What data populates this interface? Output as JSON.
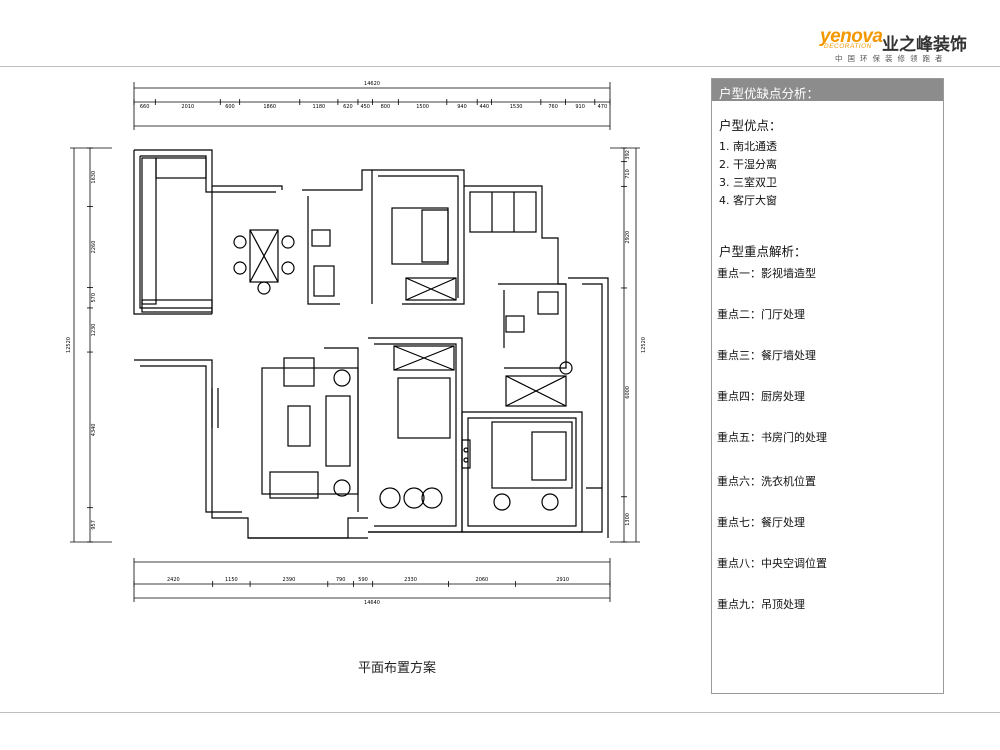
{
  "brand": {
    "latin": "yenova",
    "latin_sub": "DECORATION",
    "chinese": "业之峰装饰",
    "tagline": "中国环保装修领跑者"
  },
  "plan": {
    "caption": "平面布置方案",
    "dimensions_top": {
      "total": "14620",
      "segments": [
        "660",
        "2010",
        "600",
        "1860",
        "1180",
        "620",
        "450",
        "800",
        "1500",
        "940",
        "440",
        "1530",
        "760",
        "910",
        "470"
      ]
    },
    "dimensions_bottom": {
      "total": "14640",
      "segments": [
        "2420",
        "1150",
        "2390",
        "790",
        "590",
        "2330",
        "2060",
        "2910"
      ]
    },
    "dimensions_left": {
      "total": "12520",
      "segments": [
        "1630",
        "2260",
        "570",
        "1230",
        "4340",
        "957"
      ]
    },
    "dimensions_right": {
      "total": "12520",
      "segments": [
        "392",
        "710",
        "2920",
        "6000",
        "1300"
      ]
    }
  },
  "panel": {
    "header": "户型优缺点分析：",
    "advantages_title": "户型优点：",
    "advantages": [
      "1. 南北通透",
      "2. 干湿分离",
      "3. 三室双卫",
      "4. 客厅大窗"
    ],
    "points_title": "户型重点解析：",
    "points": [
      "重点一：影视墙造型",
      "重点二：门厅处理",
      "重点三：餐厅墙处理",
      "重点四：厨房处理",
      "重点五：书房门的处理",
      "重点六：洗衣机位置",
      "重点七：餐厅处理",
      "重点八：中央空调位置",
      "重点九：吊顶处理"
    ]
  }
}
